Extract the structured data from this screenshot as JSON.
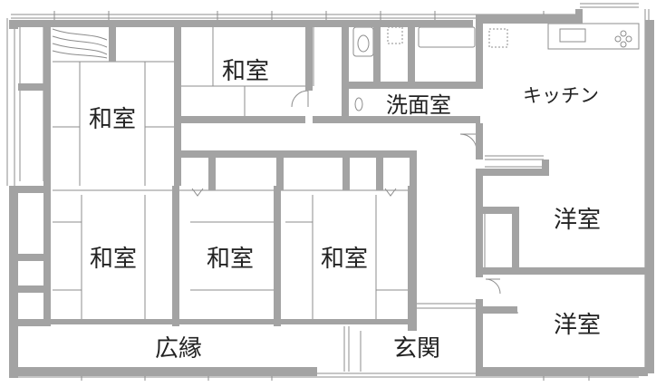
{
  "rooms": {
    "washitsu_top": "和室",
    "washitsu_left": "和室",
    "washitsu_mid_1": "和室",
    "washitsu_mid_2": "和室",
    "washitsu_mid_3": "和室",
    "senmenshitsu": "洗面室",
    "kitchen": "キッチン",
    "youshitsu_1": "洋室",
    "youshitsu_2": "洋室",
    "hiroen": "広縁",
    "genkan": "玄関"
  },
  "colors": {
    "wall": "#a3a3a3",
    "line": "#8c8c8c",
    "background": "#ffffff",
    "text": "#222222"
  }
}
